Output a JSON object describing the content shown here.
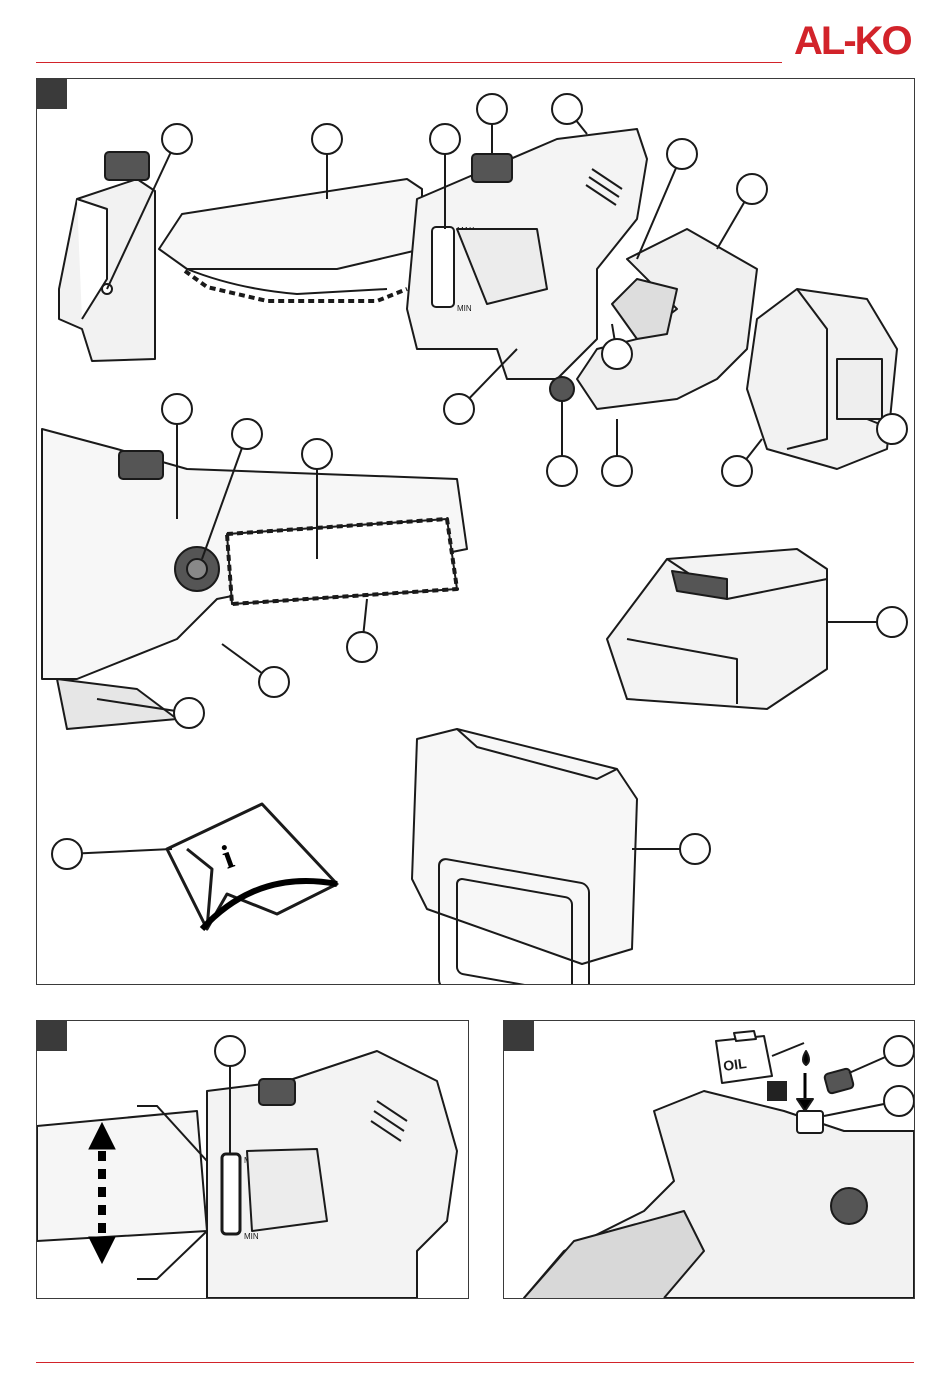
{
  "brand": {
    "logo_text": "AL-KO",
    "accent_color": "#d2232a"
  },
  "figure_1": {
    "gauge_max_label": "MAX",
    "gauge_min_label": "MIN"
  },
  "figure_2": {
    "gauge_max_label": "MAX",
    "gauge_min_label": "MIN"
  },
  "figure_3": {
    "can_label": "OIL"
  },
  "icons": {
    "manual": "info-book-icon",
    "case": "carry-case-icon",
    "charger": "battery-charger-icon",
    "oil": "oil-can-icon"
  }
}
